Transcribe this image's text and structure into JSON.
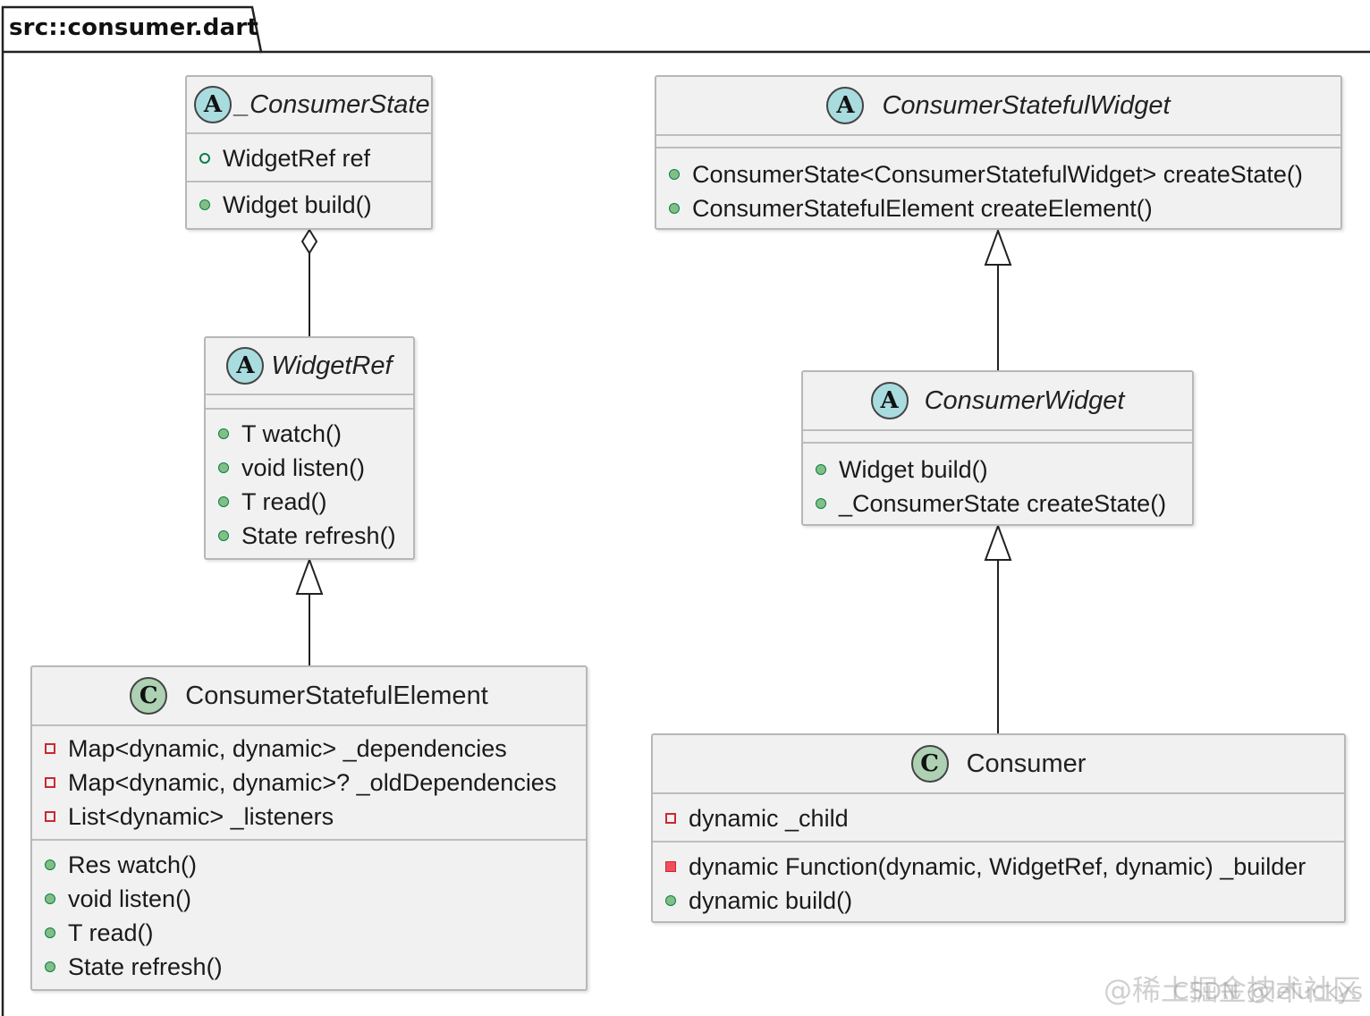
{
  "package": {
    "name": "src::consumer.dart"
  },
  "classes": {
    "consumer_state": {
      "stereotype": "A",
      "name": "_ConsumerState",
      "abstract": true,
      "fields": [
        {
          "vis": "public-open",
          "text": "WidgetRef ref"
        }
      ],
      "methods": [
        {
          "vis": "public",
          "text": "Widget build()"
        }
      ]
    },
    "widget_ref": {
      "stereotype": "A",
      "name": "WidgetRef",
      "abstract": true,
      "fields": [],
      "methods": [
        {
          "vis": "public",
          "text": "T watch()"
        },
        {
          "vis": "public",
          "text": "void listen()"
        },
        {
          "vis": "public",
          "text": "T read()"
        },
        {
          "vis": "public",
          "text": "State refresh()"
        }
      ]
    },
    "consumer_stateful_element": {
      "stereotype": "C",
      "name": "ConsumerStatefulElement",
      "abstract": false,
      "fields": [
        {
          "vis": "private-open",
          "text": "Map<dynamic, dynamic> _dependencies"
        },
        {
          "vis": "private-open",
          "text": "Map<dynamic, dynamic>? _oldDependencies"
        },
        {
          "vis": "private-open",
          "text": "List<dynamic> _listeners"
        }
      ],
      "methods": [
        {
          "vis": "public",
          "text": "Res watch()"
        },
        {
          "vis": "public",
          "text": "void listen()"
        },
        {
          "vis": "public",
          "text": "T read()"
        },
        {
          "vis": "public",
          "text": "State refresh()"
        }
      ]
    },
    "consumer_stateful_widget": {
      "stereotype": "A",
      "name": "ConsumerStatefulWidget",
      "abstract": true,
      "fields": [],
      "methods": [
        {
          "vis": "public",
          "text": "ConsumerState<ConsumerStatefulWidget> createState()"
        },
        {
          "vis": "public",
          "text": "ConsumerStatefulElement createElement()"
        }
      ]
    },
    "consumer_widget": {
      "stereotype": "A",
      "name": "ConsumerWidget",
      "abstract": true,
      "fields": [],
      "methods": [
        {
          "vis": "public",
          "text": "Widget build()"
        },
        {
          "vis": "public",
          "text": "_ConsumerState createState()"
        }
      ]
    },
    "consumer": {
      "stereotype": "C",
      "name": "Consumer",
      "abstract": false,
      "fields": [
        {
          "vis": "private-open",
          "text": "dynamic _child"
        }
      ],
      "methods": [
        {
          "vis": "private",
          "text": "dynamic Function(dynamic, WidgetRef, dynamic) _builder"
        },
        {
          "vis": "public",
          "text": "dynamic build()"
        }
      ]
    }
  },
  "relations": [
    {
      "type": "aggregation",
      "from": "widget_ref",
      "to": "consumer_state"
    },
    {
      "type": "inheritance",
      "from": "consumer_stateful_element",
      "to": "widget_ref"
    },
    {
      "type": "inheritance",
      "from": "consumer_widget",
      "to": "consumer_stateful_widget"
    },
    {
      "type": "inheritance",
      "from": "consumer",
      "to": "consumer_widget"
    }
  ],
  "watermark": {
    "primary": "@稀土掘金技术社区",
    "secondary": "CSDN @leluckys"
  },
  "colors": {
    "abstract_badge": "#a9dcdf",
    "class_badge": "#add1b2",
    "public": "#84be84",
    "private": "#f24d5c",
    "box_fill": "#f1f1f1",
    "box_border": "#b7b7b7"
  }
}
